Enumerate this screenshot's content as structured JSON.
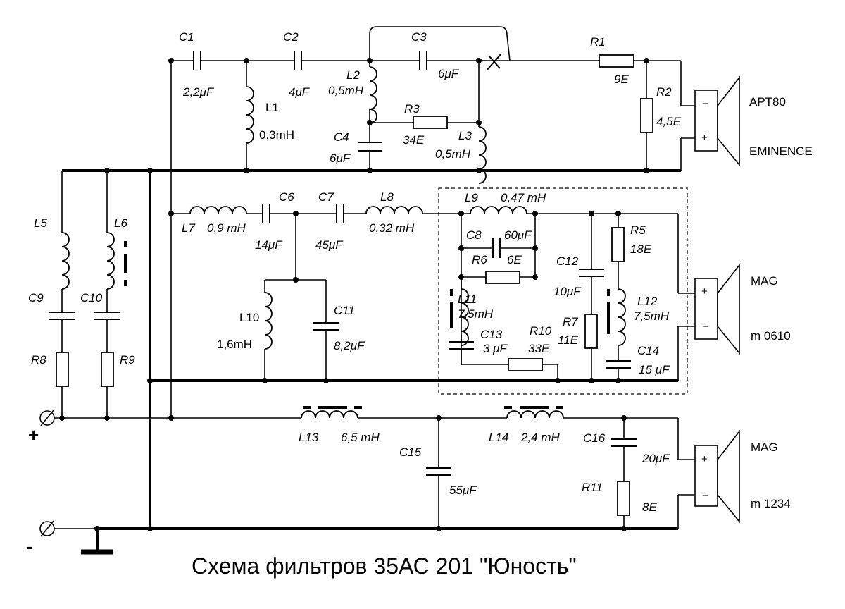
{
  "title": "Схема фильтров 35АС 201 \"Юность\"",
  "terminals": {
    "plus": "+",
    "minus": "-"
  },
  "speakers": {
    "tweeter": {
      "brand": "APT80",
      "maker": "EMINENCE",
      "terminal_top": "−",
      "terminal_bottom": "+"
    },
    "mid": {
      "brand": "MAG",
      "model": "m 0610",
      "terminal_top": "+",
      "terminal_bottom": "−"
    },
    "woofer": {
      "brand": "MAG",
      "model": "m 1234",
      "terminal_top": "+",
      "terminal_bottom": "−"
    }
  },
  "components": {
    "C1": {
      "name": "C1",
      "value": "2,2μF"
    },
    "C2": {
      "name": "C2",
      "value": "4μF"
    },
    "C3": {
      "name": "C3",
      "value": "6μF"
    },
    "C4": {
      "name": "C4",
      "value": "6μF"
    },
    "L1": {
      "name": "L1",
      "value": "0,3mH"
    },
    "L2": {
      "name": "L2",
      "value": "0,5mH"
    },
    "L3": {
      "name": "L3",
      "value": "0,5mH"
    },
    "R1": {
      "name": "R1",
      "value": "9E"
    },
    "R2": {
      "name": "R2",
      "value": "4,5E"
    },
    "R3": {
      "name": "R3",
      "value": "34E"
    },
    "L5": {
      "name": "L5"
    },
    "L6": {
      "name": "L6"
    },
    "C9": {
      "name": "C9"
    },
    "C10": {
      "name": "C10"
    },
    "R8": {
      "name": "R8"
    },
    "R9": {
      "name": "R9"
    },
    "L7": {
      "name": "L7",
      "value": "0,9 mH"
    },
    "C6": {
      "name": "C6",
      "value": "14μF"
    },
    "C7": {
      "name": "C7",
      "value": "45μF"
    },
    "L8": {
      "name": "L8",
      "value": "0,32 mH"
    },
    "L9": {
      "name": "L9",
      "value": "0,47 mH"
    },
    "C8": {
      "name": "C8",
      "value": "60μF"
    },
    "R6": {
      "name": "R6",
      "value": "6E"
    },
    "L10": {
      "name": "L10",
      "value": "1,6mH"
    },
    "C11": {
      "name": "C11",
      "value": "8,2μF"
    },
    "L11": {
      "name": "L11",
      "value": "7,5mH"
    },
    "C13": {
      "name": "C13",
      "value": "3 μF"
    },
    "R10": {
      "name": "R10",
      "value": "33E"
    },
    "C12": {
      "name": "C12",
      "value": "10μF"
    },
    "R7": {
      "name": "R7",
      "value": "11E"
    },
    "R5": {
      "name": "R5",
      "value": "18E"
    },
    "L12": {
      "name": "L12",
      "value": "7,5mH"
    },
    "C14": {
      "name": "C14",
      "value": "15 μF"
    },
    "L13": {
      "name": "L13",
      "value": "6,5 mH"
    },
    "L14": {
      "name": "L14",
      "value": "2,4 mH"
    },
    "C15": {
      "name": "C15",
      "value": "55μF"
    },
    "C16": {
      "name": "C16",
      "value": "20μF"
    },
    "R11": {
      "name": "R11",
      "value": "8E"
    }
  }
}
